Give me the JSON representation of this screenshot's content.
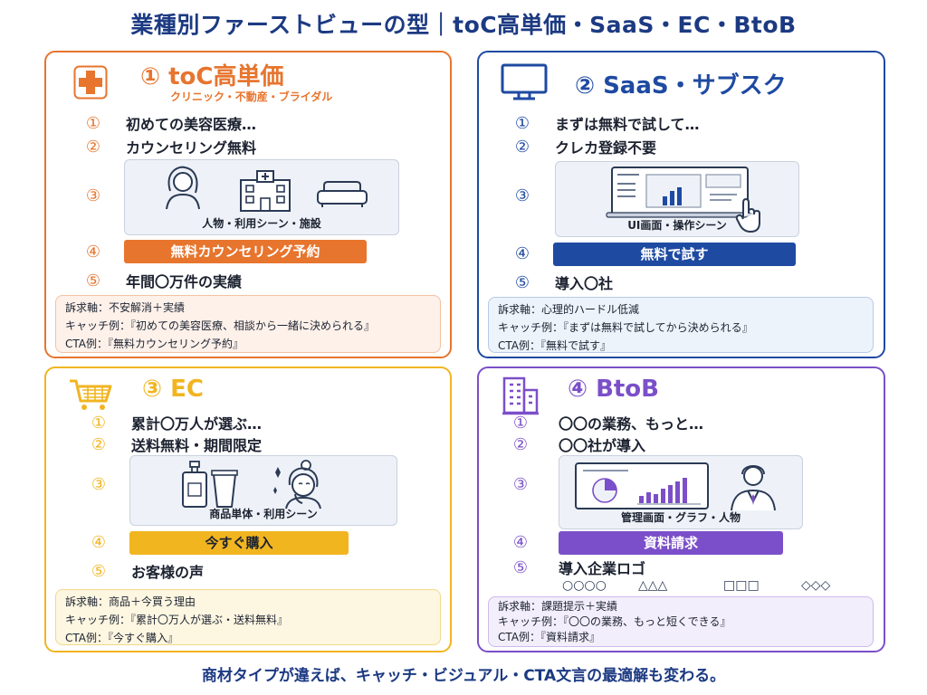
{
  "title": "業種別ファーストビューの型｜toC高単価・SaaS・EC・BtoB",
  "footer": "商材タイプが違えば、キャッチ・ビジュアル・CTA文言の最適解も変わる。",
  "colors": {
    "orange": "#e7752e",
    "blue": "#1e4aa2",
    "yellow": "#f1b520",
    "purple": "#7b4fc9",
    "navy": "#1c3a82"
  },
  "cards": [
    {
      "heading": "① toC高単価",
      "subheading": "クリニック・不動産・ブライダル",
      "icon": "medical-cross-icon",
      "items": [
        {
          "num": "①",
          "text": "初めての美容医療…"
        },
        {
          "num": "②",
          "text": "カウンセリング無料"
        },
        {
          "num": "③",
          "text": ""
        },
        {
          "num": "④",
          "text": ""
        },
        {
          "num": "⑤",
          "text": "年間〇万件の実績"
        }
      ],
      "visual_caption": "人物・利用シーン・施設",
      "cta": "無料カウンセリング予約",
      "notes": [
        "訴求軸：不安解消＋実績",
        "キャッチ例：『初めての美容医療、相談から一緒に決められる』",
        "CTA例：『無料カウンセリング予約』"
      ]
    },
    {
      "heading": "② SaaS・サブスク",
      "icon": "monitor-icon",
      "items": [
        {
          "num": "①",
          "text": "まずは無料で試して…"
        },
        {
          "num": "②",
          "text": "クレカ登録不要"
        },
        {
          "num": "③",
          "text": ""
        },
        {
          "num": "④",
          "text": ""
        },
        {
          "num": "⑤",
          "text": "導入〇社"
        }
      ],
      "visual_caption": "UI画面・操作シーン",
      "cta": "無料で試す",
      "notes": [
        "訴求軸：心理的ハードル低減",
        "キャッチ例：『まずは無料で試してから決められる』",
        "CTA例：『無料で試す』"
      ]
    },
    {
      "heading": "③ EC",
      "icon": "cart-icon",
      "items": [
        {
          "num": "①",
          "text": "累計〇万人が選ぶ…"
        },
        {
          "num": "②",
          "text": "送料無料・期間限定"
        },
        {
          "num": "③",
          "text": ""
        },
        {
          "num": "④",
          "text": ""
        },
        {
          "num": "⑤",
          "text": "お客様の声"
        }
      ],
      "visual_caption": "商品単体・利用シーン",
      "cta": "今すぐ購入",
      "notes": [
        "訴求軸：商品＋今買う理由",
        "キャッチ例：『累計〇万人が選ぶ・送料無料』",
        "CTA例：『今すぐ購入』"
      ]
    },
    {
      "heading": "④ BtoB",
      "icon": "office-building-icon",
      "items": [
        {
          "num": "①",
          "text": "〇〇の業務、もっと…"
        },
        {
          "num": "②",
          "text": "〇〇社が導入"
        },
        {
          "num": "③",
          "text": ""
        },
        {
          "num": "④",
          "text": ""
        },
        {
          "num": "⑤",
          "text": "導入企業ロゴ"
        }
      ],
      "logos": [
        "○○○○",
        "△△△",
        "□□□",
        "◇◇◇"
      ],
      "visual_caption": "管理画面・グラフ・人物",
      "cta": "資料請求",
      "notes": [
        "訴求軸：課題提示＋実績",
        "キャッチ例：『〇〇の業務、もっと短くできる』",
        "CTA例：『資料請求』"
      ]
    }
  ]
}
